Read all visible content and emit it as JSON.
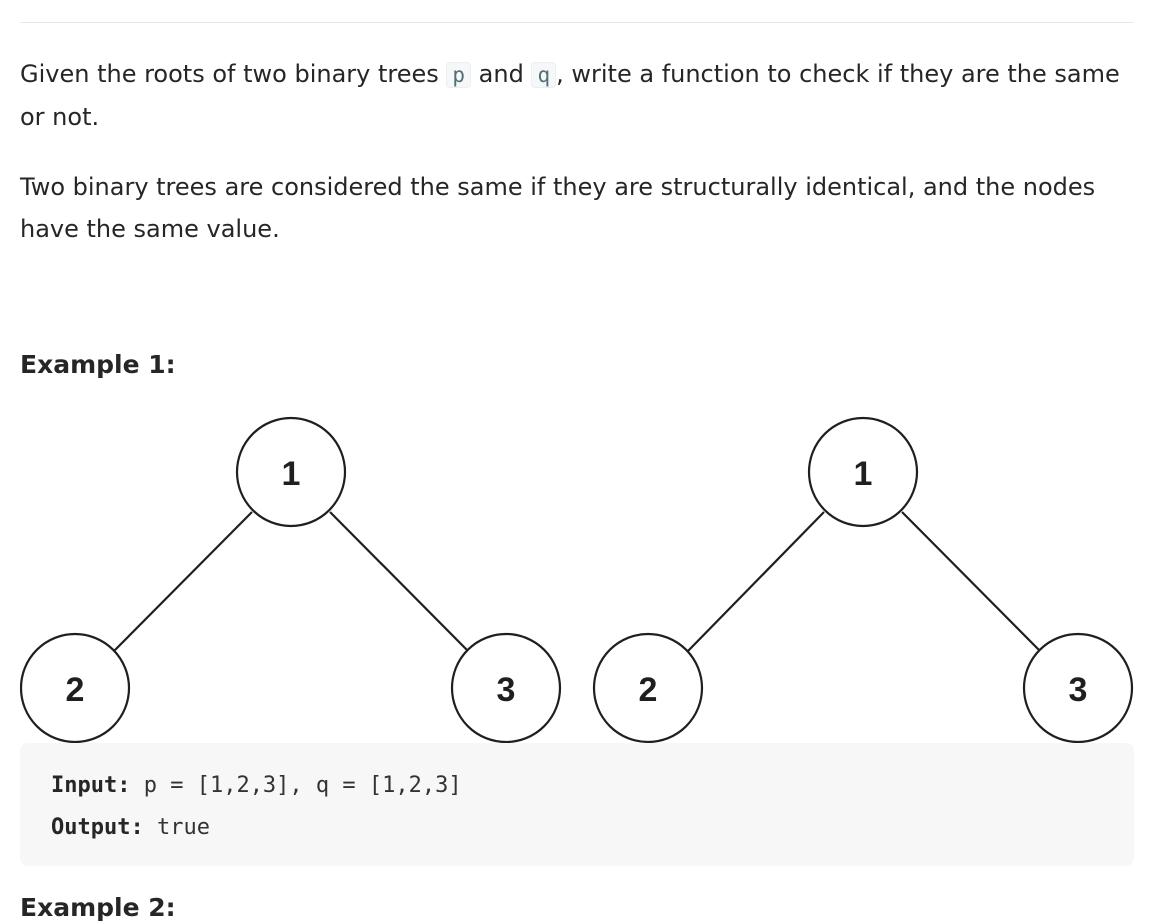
{
  "description": {
    "para1": {
      "text_a": "Given the roots of two binary trees ",
      "code_p": "p",
      "text_b": " and ",
      "code_q": "q",
      "text_c": ", write a function to check if they are the same or not."
    },
    "para2": "Two binary trees are considered the same if they are structurally identical, and the nodes have the same value."
  },
  "example1": {
    "title": "Example 1:",
    "tree_p": {
      "root": "1",
      "left": "2",
      "right": "3"
    },
    "tree_q": {
      "root": "1",
      "left": "2",
      "right": "3"
    },
    "input_label": "Input:",
    "input_value": " p = [1,2,3], q = [1,2,3]",
    "output_label": "Output:",
    "output_value": " true"
  },
  "example2": {
    "title": "Example 2:"
  }
}
